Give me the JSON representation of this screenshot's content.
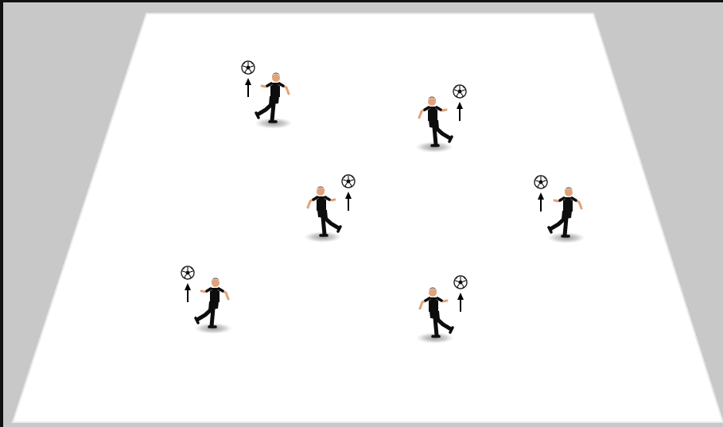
{
  "colors": {
    "background": "#c8c8c8",
    "pitch": "#ffffff",
    "pitch_edge": "#e8e8e8",
    "frame": "#111111",
    "kit": "#0d0d0d",
    "skin": "#e2a27a",
    "hair": "#3a2416",
    "shadow": "#7a7a7a",
    "arrow": "#000000",
    "ball": "#ffffff"
  },
  "icons": {
    "player": "soccer-player-kicking-icon",
    "ball": "soccer-ball-icon",
    "arrow": "arrow-up-icon"
  },
  "players": [
    {
      "id": "player-1",
      "facing": "right",
      "ball_side": "left"
    },
    {
      "id": "player-2",
      "facing": "left",
      "ball_side": "right"
    },
    {
      "id": "player-3",
      "facing": "left",
      "ball_side": "right"
    },
    {
      "id": "player-4",
      "facing": "right",
      "ball_side": "left"
    },
    {
      "id": "player-5",
      "facing": "right",
      "ball_side": "left"
    },
    {
      "id": "player-6",
      "facing": "left",
      "ball_side": "right"
    }
  ]
}
